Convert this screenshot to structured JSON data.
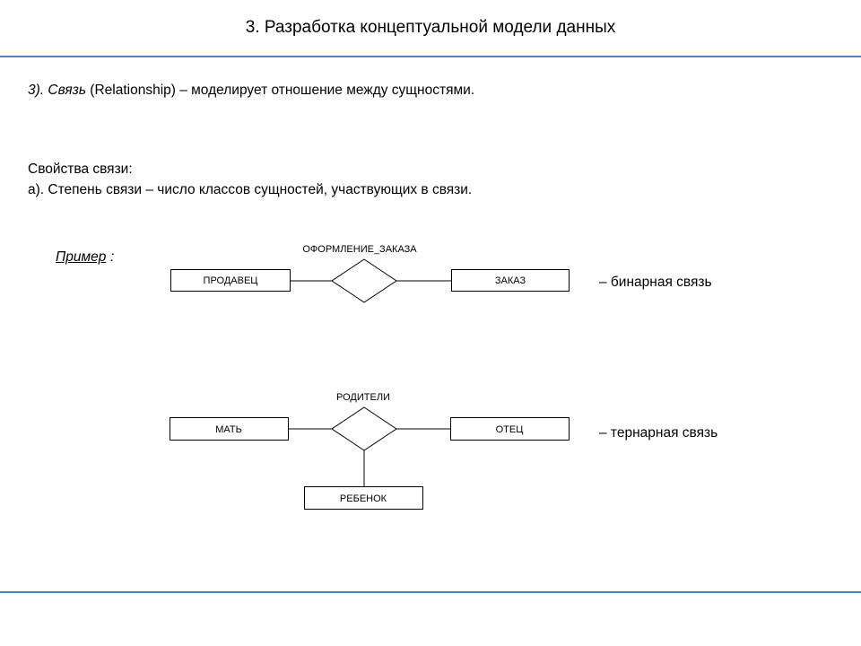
{
  "slide": {
    "title": "3. Разработка концептуальной модели данных",
    "line1_prefix": "3). Связь",
    "line1_rest": " (Relationship) – моделирует отношение между сущностями.",
    "line2": "Свойства связи:",
    "line3": "а). Степень связи – число классов сущностей, участвующих в связи.",
    "example_label": "Пример",
    "example_colon": ":"
  },
  "diagram1": {
    "relationship": "ОФОРМЛЕНИЕ_ЗАКАЗА",
    "entity_left": "ПРОДАВЕЦ",
    "entity_right": "ЗАКАЗ",
    "caption": "– бинарная связь"
  },
  "diagram2": {
    "relationship": "РОДИТЕЛИ",
    "entity_left": "МАТЬ",
    "entity_right": "ОТЕЦ",
    "entity_bottom": "РЕБЕНОК",
    "caption": "– тернарная связь"
  },
  "colors": {
    "accent_rule": "#4f81bd"
  }
}
